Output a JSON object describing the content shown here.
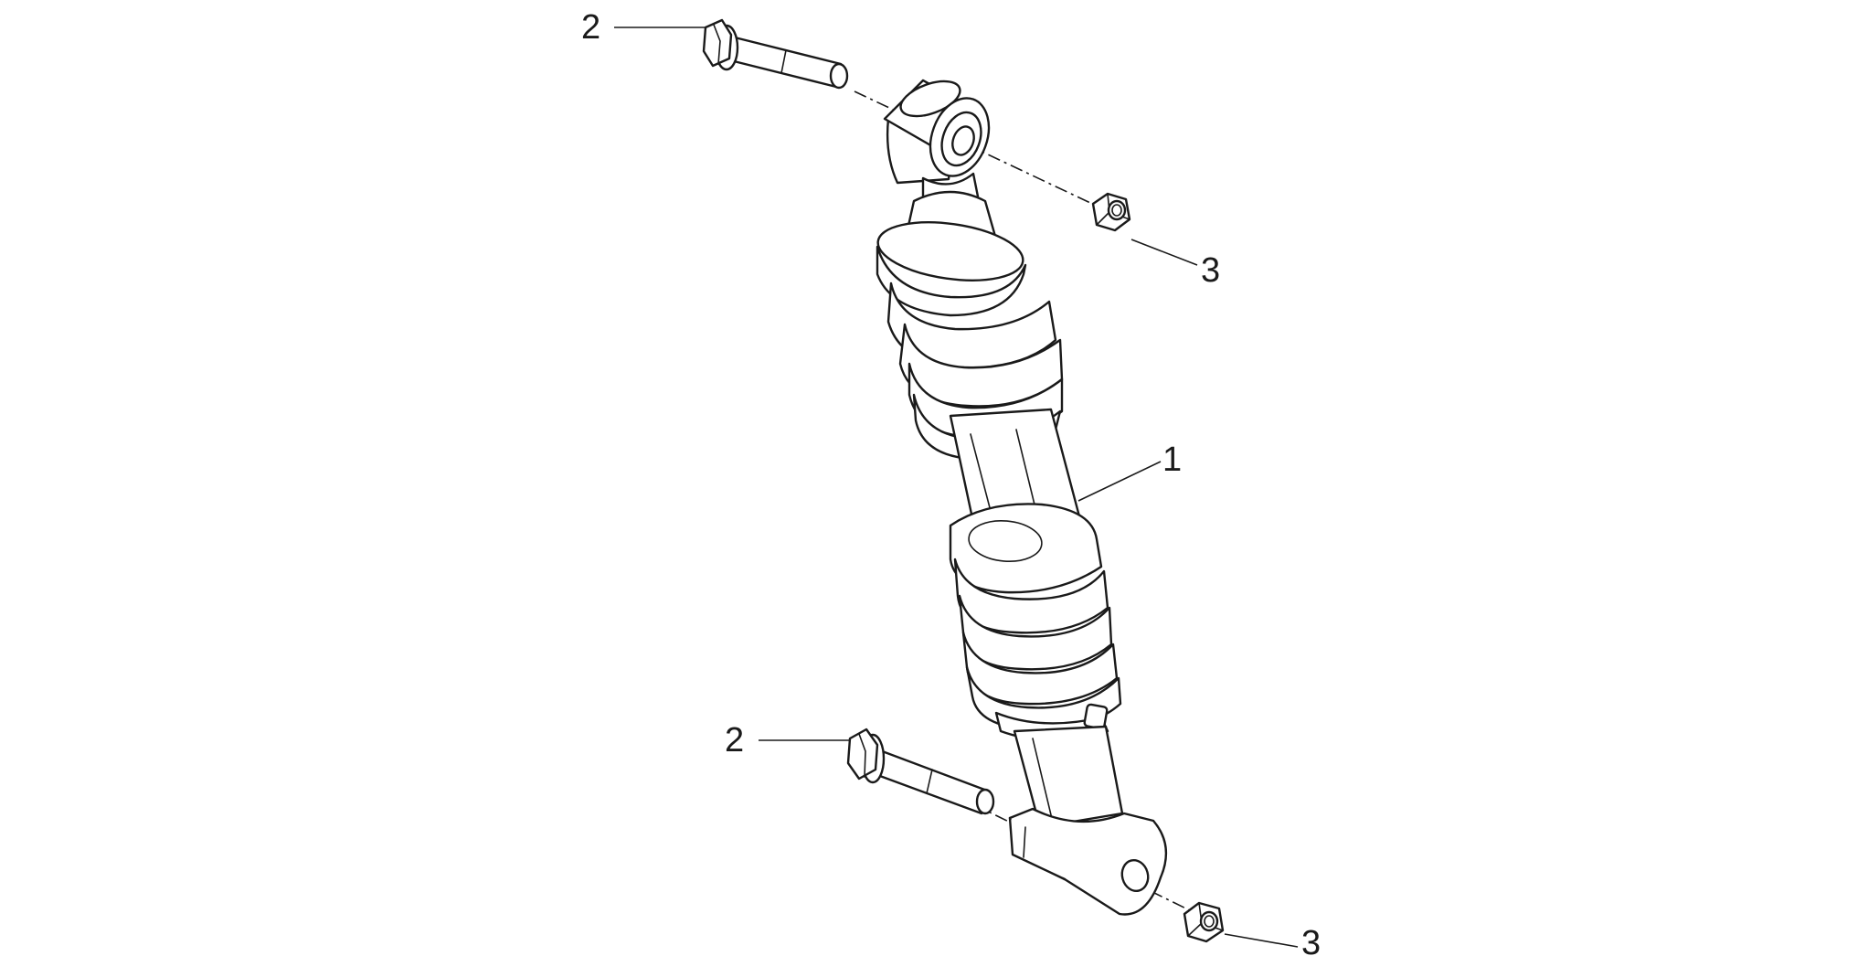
{
  "callouts": {
    "shock_absorber": "1",
    "upper_bolt": "2",
    "upper_nut": "3",
    "lower_bolt": "2",
    "lower_nut": "3"
  },
  "colors": {
    "line": "#1a1a1a",
    "background": "#ffffff"
  }
}
